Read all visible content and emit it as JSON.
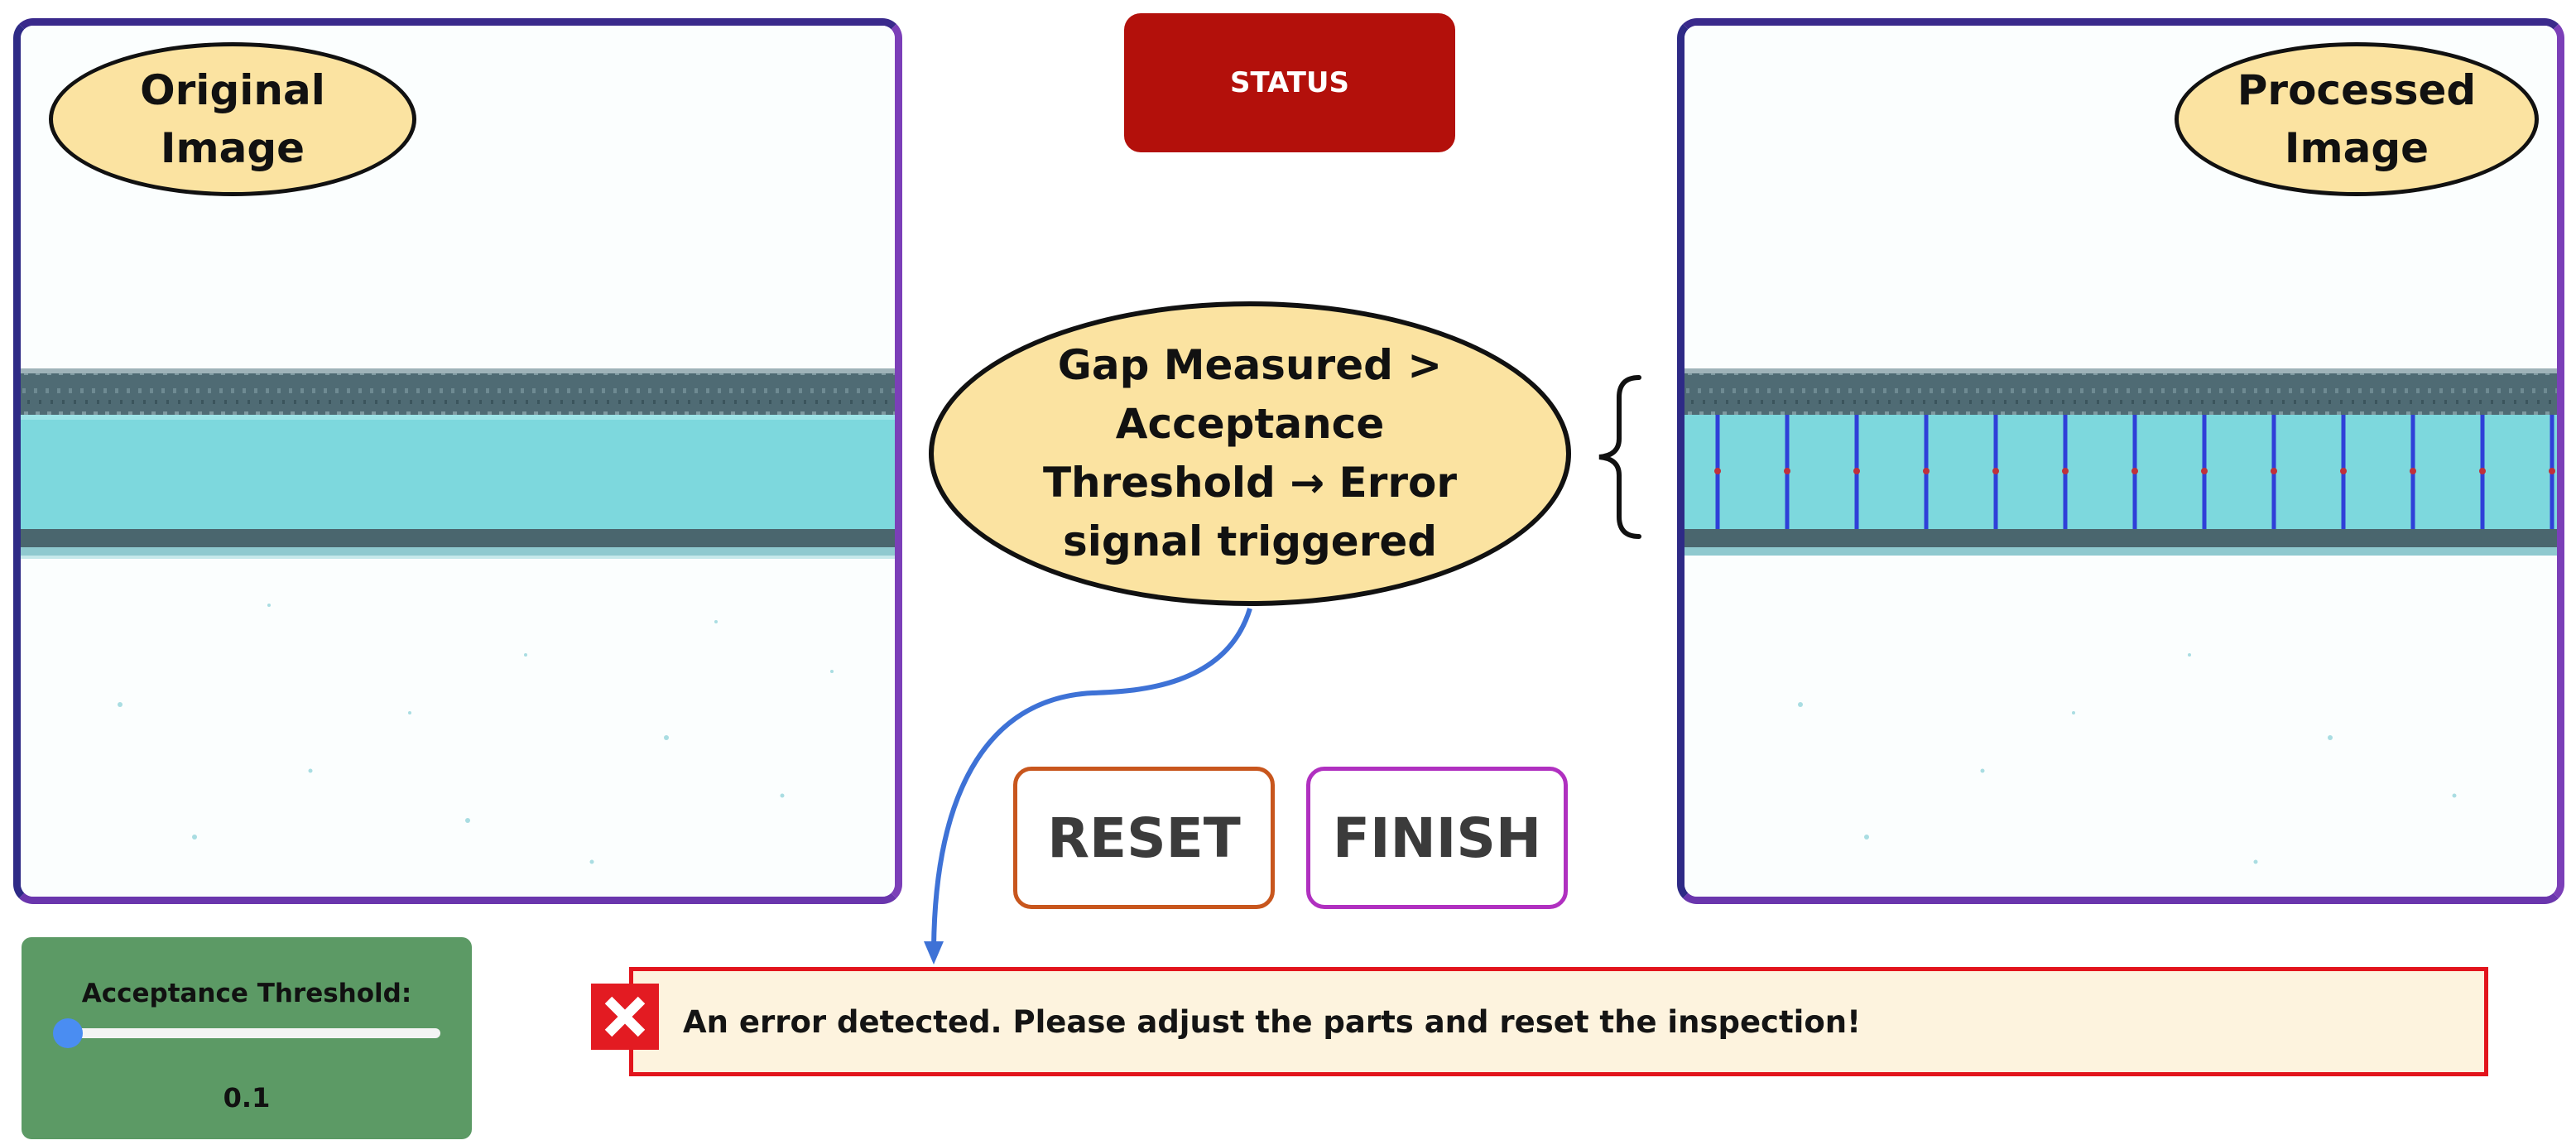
{
  "status": {
    "label": "STATUS",
    "color": "#b3100b"
  },
  "original_panel": {
    "label_line1": "Original",
    "label_line2": "Image"
  },
  "processed_panel": {
    "label_line1": "Processed",
    "label_line2": "Image"
  },
  "callout": {
    "line1": "Gap Measured >",
    "line2": "Acceptance",
    "line3": "Threshold → Error",
    "line4": "signal triggered"
  },
  "buttons": {
    "reset": "RESET",
    "finish": "FINISH"
  },
  "threshold": {
    "label": "Acceptance Threshold:",
    "value_text": "0.1",
    "value": 0.1,
    "min": 0,
    "max": 1
  },
  "error": {
    "message": "An error detected. Please adjust the parts and reset the inspection!"
  },
  "colors": {
    "panel_border": "#4a2f96",
    "oval_fill": "#fbe3a1",
    "gap_cyan": "#7dd8dd",
    "strip_dark": "#4f6b74",
    "measure_lines": "#2f3fd8",
    "error_red": "#e2141c",
    "threshold_bg": "#5c9a65",
    "slider_accent": "#4a8df2"
  },
  "icons": {
    "error": "close-x-icon"
  }
}
